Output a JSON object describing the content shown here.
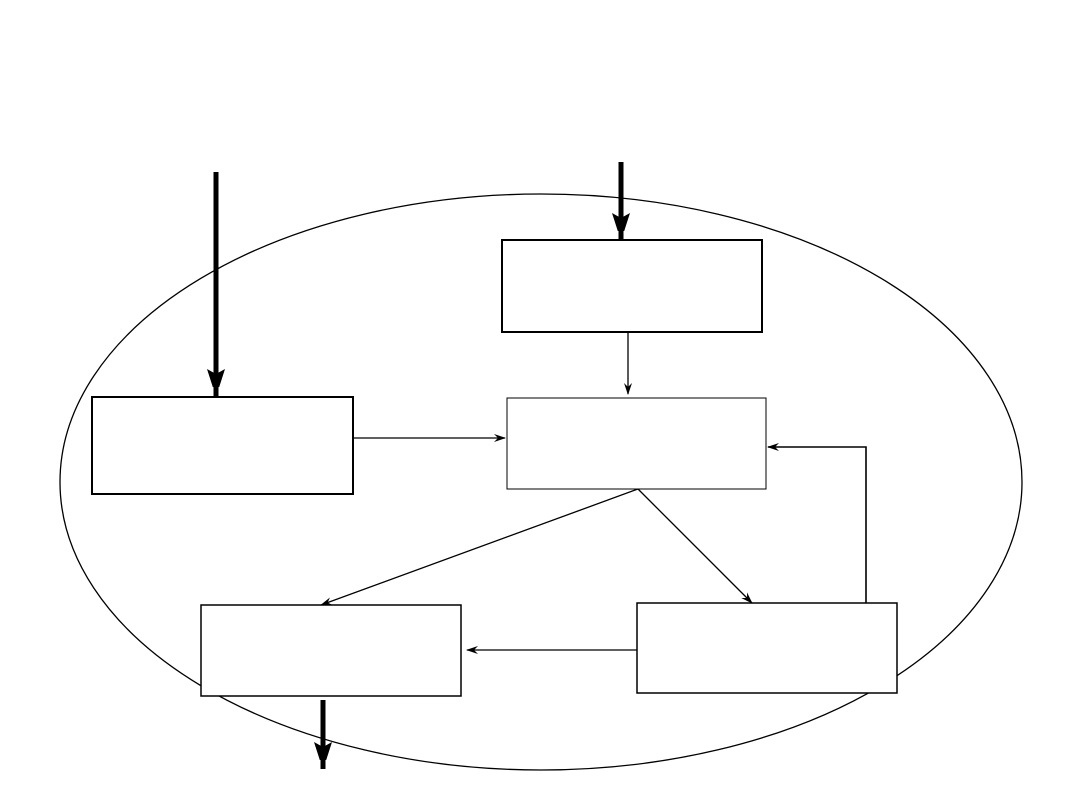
{
  "diagram": {
    "type": "flow-diagram",
    "container": {
      "shape": "ellipse",
      "label": ""
    },
    "nodes": [
      {
        "id": "box_top",
        "label": ""
      },
      {
        "id": "box_left",
        "label": ""
      },
      {
        "id": "box_center",
        "label": ""
      },
      {
        "id": "box_bottom_left",
        "label": ""
      },
      {
        "id": "box_bottom_right",
        "label": ""
      }
    ],
    "edges": [
      {
        "from": "external",
        "to": "box_left",
        "style": "thick"
      },
      {
        "from": "external",
        "to": "box_top",
        "style": "thick"
      },
      {
        "from": "box_top",
        "to": "box_center",
        "style": "thin"
      },
      {
        "from": "box_left",
        "to": "box_center",
        "style": "thin"
      },
      {
        "from": "box_center",
        "to": "box_bottom_left",
        "style": "thin"
      },
      {
        "from": "box_center",
        "to": "box_bottom_right",
        "style": "thin"
      },
      {
        "from": "box_bottom_right",
        "to": "box_center",
        "style": "thin-elbow"
      },
      {
        "from": "box_bottom_right",
        "to": "box_bottom_left",
        "style": "thin"
      },
      {
        "from": "box_bottom_left",
        "to": "external",
        "style": "thick"
      }
    ],
    "colors": {
      "stroke": "#000000",
      "background": "#ffffff"
    }
  }
}
